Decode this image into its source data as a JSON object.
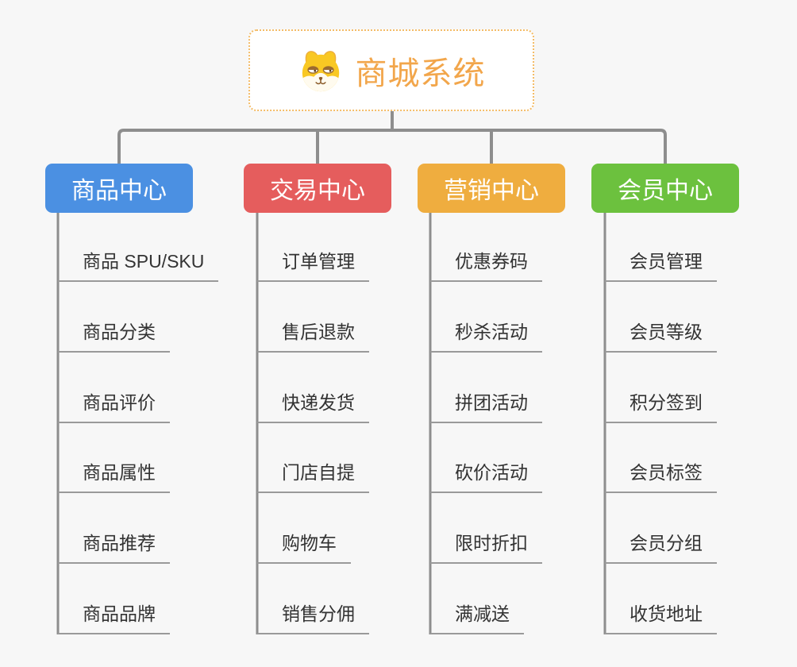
{
  "root": {
    "title": "商城系统",
    "icon": "dog-face-icon",
    "border_color": "#F4BC67",
    "text_color": "#F2A64B",
    "background": "#FFFFFF"
  },
  "colors": {
    "page_background": "#F7F7F7",
    "connector": "#8E8E8E",
    "child_underline": "#9A9A9A",
    "child_text": "#333333",
    "branch_text": "#FFFFFF"
  },
  "branches": [
    {
      "label": "商品中心",
      "color": "#4B90E2",
      "children": [
        "商品 SPU/SKU",
        "商品分类",
        "商品评价",
        "商品属性",
        "商品推荐",
        "商品品牌"
      ]
    },
    {
      "label": "交易中心",
      "color": "#E55D5D",
      "children": [
        "订单管理",
        "售后退款",
        "快递发货",
        "门店自提",
        "购物车",
        "销售分佣"
      ]
    },
    {
      "label": "营销中心",
      "color": "#EFAD3F",
      "children": [
        "优惠券码",
        "秒杀活动",
        "拼团活动",
        "砍价活动",
        "限时折扣",
        "满减送"
      ]
    },
    {
      "label": "会员中心",
      "color": "#6CC13E",
      "children": [
        "会员管理",
        "会员等级",
        "积分签到",
        "会员标签",
        "会员分组",
        "收货地址"
      ]
    }
  ]
}
